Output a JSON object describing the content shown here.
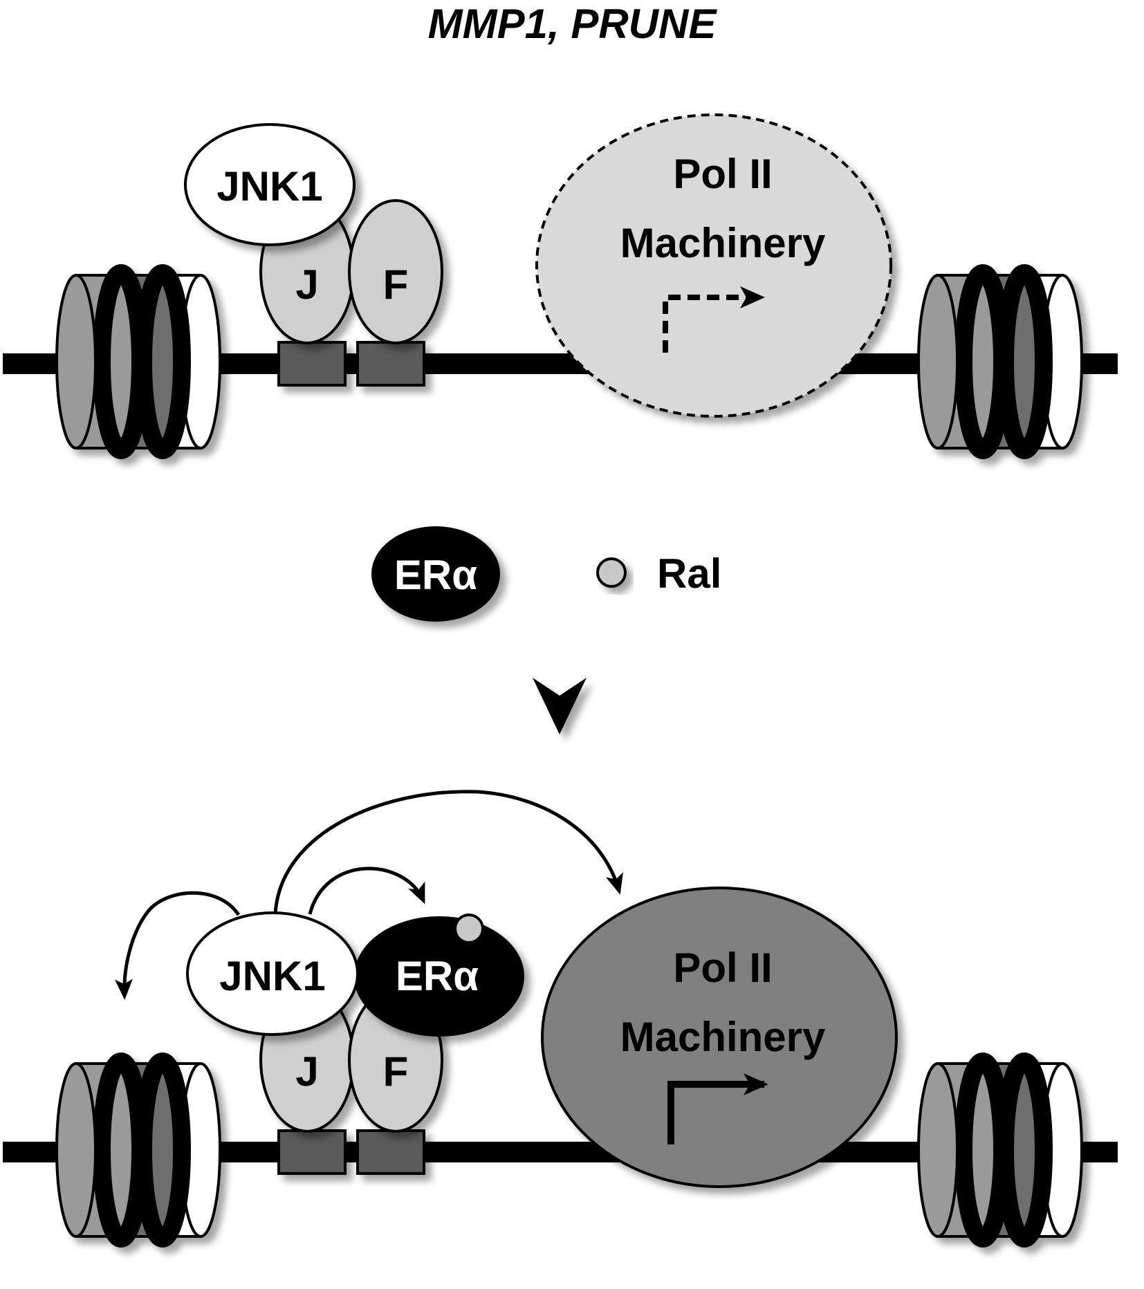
{
  "title": "MMP1, PRUNE",
  "top_panel": {
    "kinase": "JNK1",
    "factor_j": "J",
    "factor_f": "F",
    "pol_line1": "Pol II",
    "pol_line2": "Machinery"
  },
  "transition": {
    "receptor": "ERα",
    "ligand": "Ral"
  },
  "bottom_panel": {
    "kinase": "JNK1",
    "receptor": "ERα",
    "factor_j": "J",
    "factor_f": "F",
    "pol_line1": "Pol II",
    "pol_line2": "Machinery"
  },
  "colors": {
    "chromatin": "#000000",
    "factor_fill": "#cfcfcf",
    "site_fill": "#5a5a5a",
    "pol_inactive": "#d9d9d9",
    "pol_active": "#808080",
    "receptor_fill": "#000000",
    "ligand_fill": "#c8c8c8"
  }
}
